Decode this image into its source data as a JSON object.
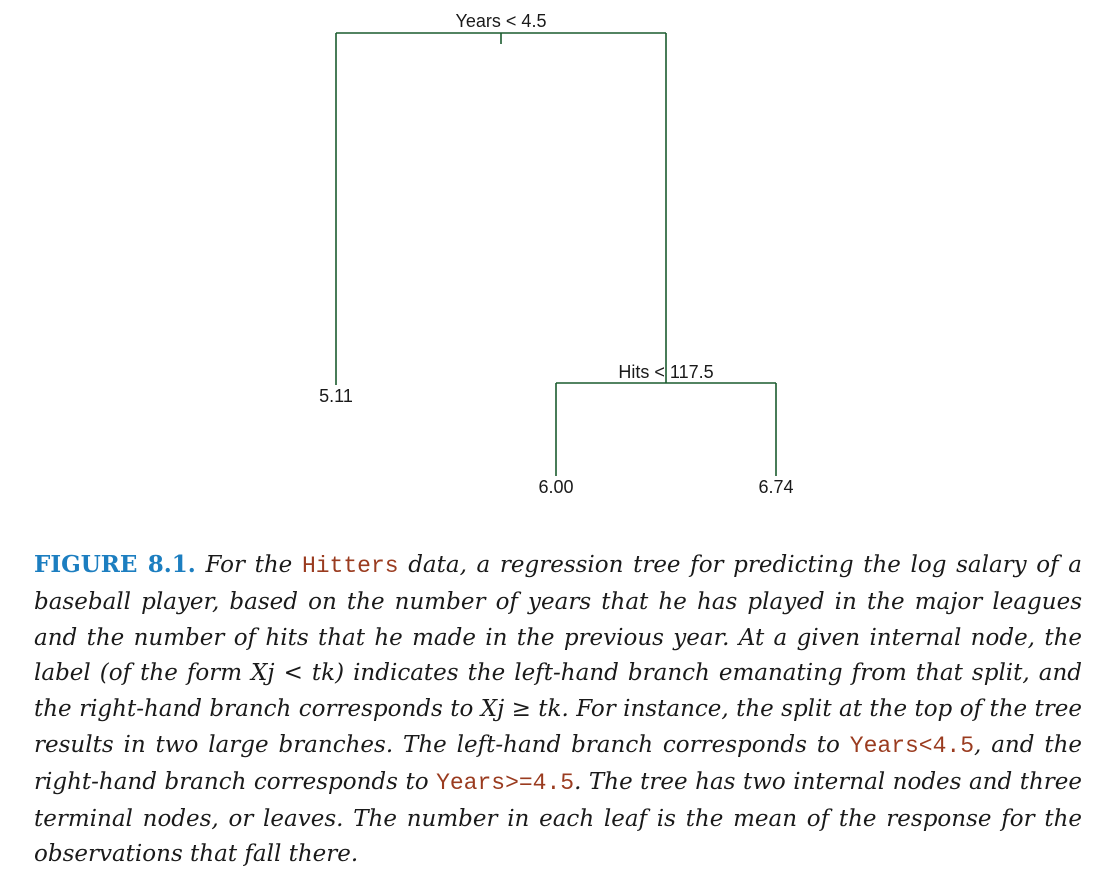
{
  "tree": {
    "root_split": "Years < 4.5",
    "inner_split": "Hits < 117.5",
    "leaves": [
      "5.11",
      "6.00",
      "6.74"
    ],
    "edge_color": "#1a5c2e"
  },
  "caption": {
    "figure_label": "FIGURE 8.1.",
    "s1": "For the",
    "c1": "Hitters",
    "s2": "data, a regression tree for predicting the log salary of a baseball player, based on the number of years that he has played in the major leagues and the number of hits that he made in the previous year. At a given internal node, the label (of the form",
    "m1": "Xj < tk",
    "s3": ") indicates the left-hand branch emanating from that split, and the right-hand branch corresponds to",
    "m2": "Xj ≥ tk",
    "s4": ". For instance, the split at the top of the tree results in two large branches. The left-hand branch corresponds to",
    "c2": "Years<4.5",
    "s5": ", and the right-hand branch corresponds to",
    "c3": "Years>=4.5",
    "s6": ". The tree has two internal nodes and three terminal nodes, or leaves. The number in each leaf is the mean of the response for the observations that fall there."
  }
}
